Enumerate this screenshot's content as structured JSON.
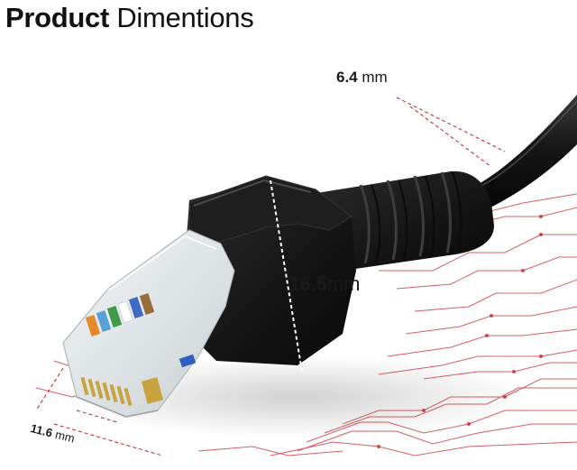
{
  "title": {
    "bold": "Product",
    "light": "Dimentions"
  },
  "dimensions": {
    "cable_diameter": {
      "value": "6.4",
      "unit": "mm"
    },
    "height": {
      "value": "16.5",
      "unit": "mm"
    },
    "width": {
      "value": "11.6",
      "unit": "mm"
    }
  },
  "colors": {
    "accent": "#c0202a",
    "connector": "#1b1b1b",
    "text": "#111111"
  }
}
